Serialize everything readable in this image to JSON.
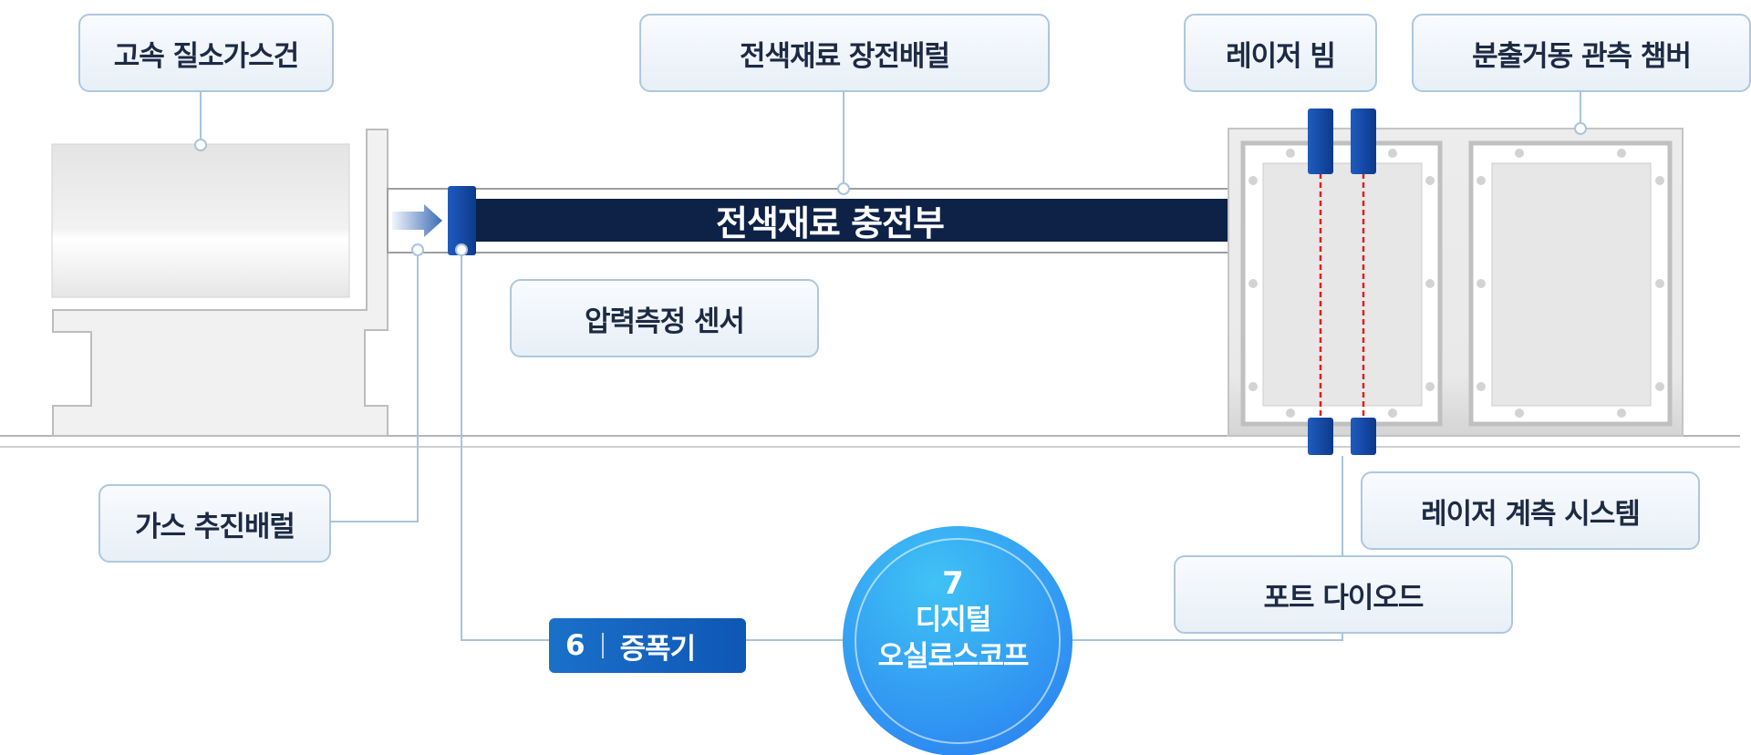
{
  "labels": {
    "gas_gun": "고속 질소가스건",
    "barrel": "전색재료 장전배럴",
    "laser_beam": "레이저 빔",
    "chamber": "분출거동 관측 챔버",
    "pressure_sensor": "압력측정 센서",
    "gas_barrel": "가스 추진배럴",
    "laser_system": "레이저 계측 시스템",
    "photodiode": "포트 다이오드"
  },
  "charge_section": "전색재료 충전부",
  "amplifier": {
    "number": "6",
    "label": "증폭기"
  },
  "oscilloscope": {
    "number": "7",
    "label": "디지털\n오실로스코프"
  },
  "colors": {
    "barrel_dark": "#0e2247",
    "accent_blue": "#1756b0",
    "laser_red": "#e02020",
    "label_border": "#aec7de",
    "connector_line": "#a8c4dc",
    "oscilloscope_fill": "#2e9cf0"
  },
  "icon_names": [
    "arrow-right-icon",
    "laser-emitter-icon",
    "pressure-sensor-icon"
  ]
}
